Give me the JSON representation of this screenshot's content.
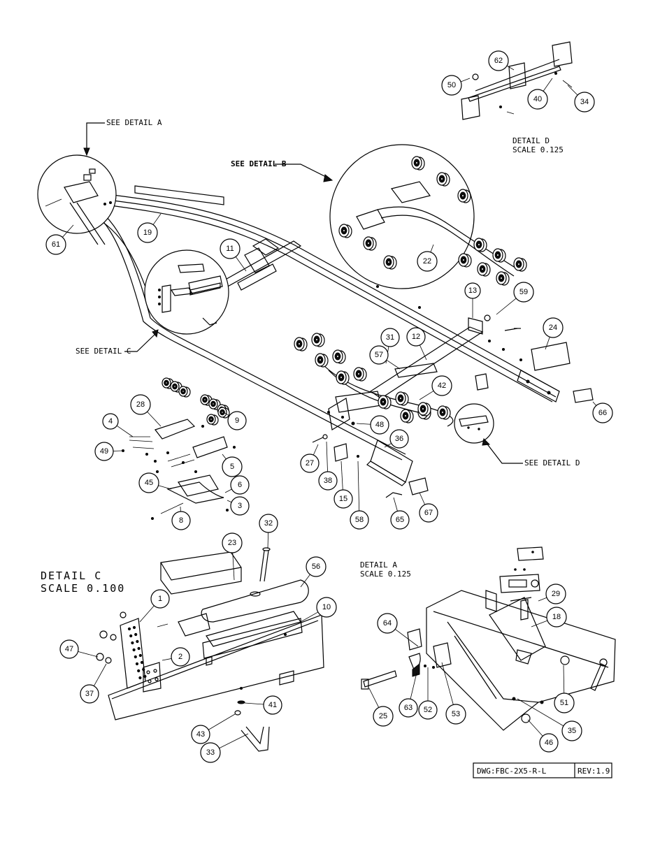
{
  "details": {
    "a": {
      "callout": "SEE DETAIL  A",
      "title": "DETAIL  A",
      "scale": "SCALE  0.125"
    },
    "b": {
      "callout": "SEE DETAIL  B"
    },
    "c": {
      "callout": "SEE DETAIL  C",
      "title": "DETAIL  C",
      "scale": "SCALE  0.100"
    },
    "d": {
      "callout": "SEE DETAIL  D",
      "title": "DETAIL  D",
      "scale": "SCALE  0.125"
    }
  },
  "title_block": {
    "drawing": "DWG:FBC-2X5-R-L",
    "revision": "REV:1.9"
  },
  "balloons": [
    "50",
    "62",
    "40",
    "34",
    "61",
    "19",
    "11",
    "22",
    "13",
    "59",
    "24",
    "31",
    "12",
    "57",
    "42",
    "66",
    "28",
    "9",
    "4",
    "49",
    "5",
    "45",
    "6",
    "3",
    "8",
    "48",
    "36",
    "27",
    "38",
    "15",
    "58",
    "65",
    "67",
    "32",
    "23",
    "56",
    "1",
    "10",
    "47",
    "2",
    "37",
    "41",
    "43",
    "33",
    "64",
    "29",
    "18",
    "25",
    "63",
    "52",
    "53",
    "51",
    "35",
    "46"
  ]
}
